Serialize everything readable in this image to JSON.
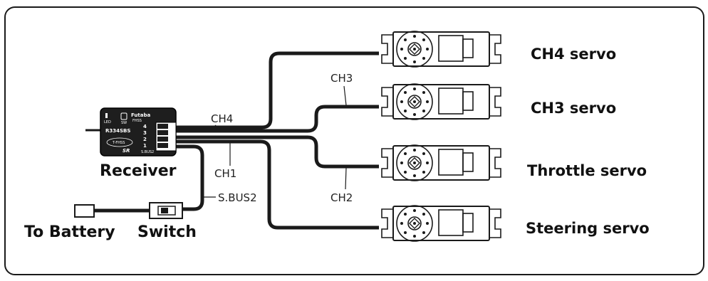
{
  "receiver": {
    "label": "Receiver",
    "brand": "Futaba",
    "sub_brand": "FHSS",
    "model": "R334SBS",
    "protocol": "T-FHSS",
    "mode": "SR",
    "led": "LED",
    "sw": "SW",
    "ports": [
      "4",
      "3",
      "2",
      "1"
    ],
    "sbus_port": "S.BUS2"
  },
  "channels": {
    "ch1": "CH1",
    "ch2": "CH2",
    "ch3": "CH3",
    "ch4": "CH4"
  },
  "sbus2_label": "S.BUS2",
  "switch_label": "Switch",
  "battery_label": "To Battery",
  "servos": [
    {
      "label": "CH4 servo"
    },
    {
      "label": "CH3 servo"
    },
    {
      "label": "Throttle servo"
    },
    {
      "label": "Steering servo"
    }
  ]
}
